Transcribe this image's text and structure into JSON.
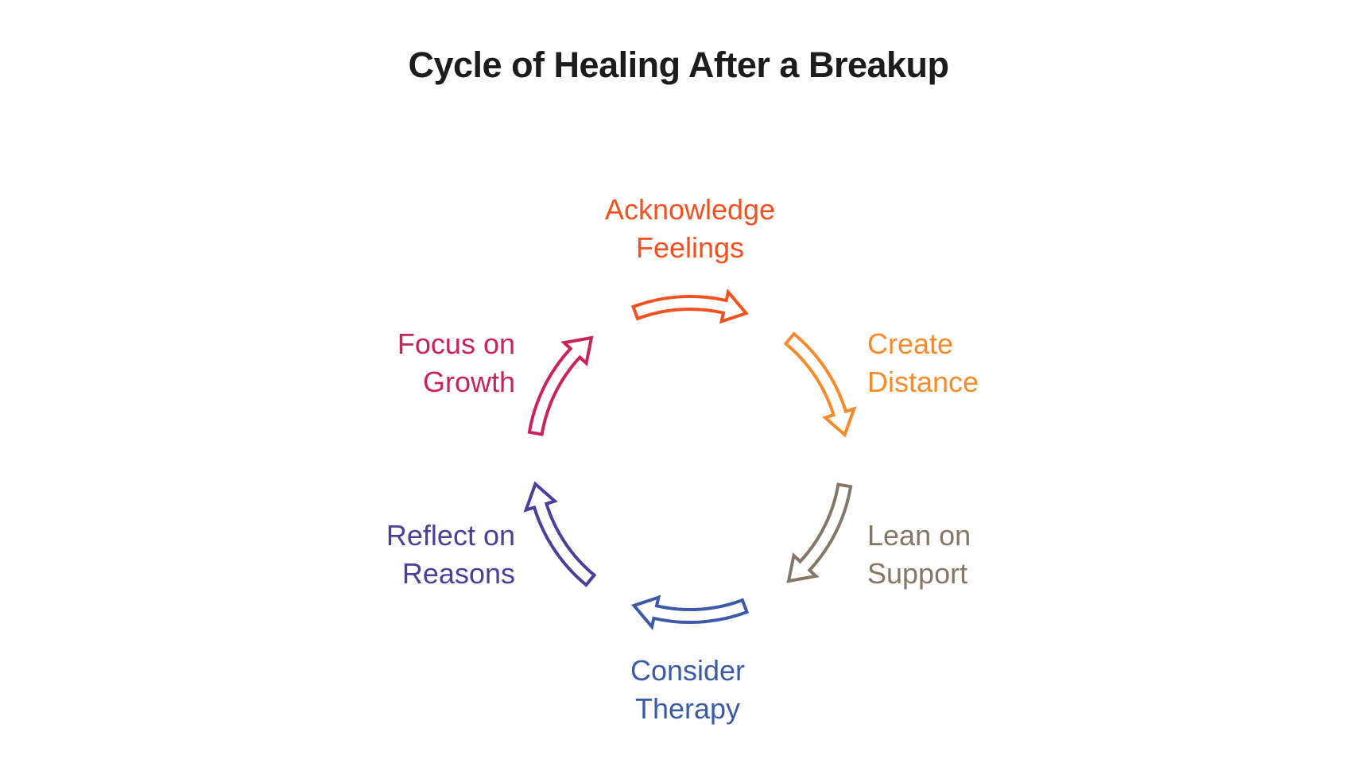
{
  "title": "Cycle of Healing After a Breakup",
  "steps": [
    {
      "label_lines": [
        "Acknowledge",
        "Feelings"
      ],
      "color": "#F4511E",
      "icon": "curved-arrow-icon"
    },
    {
      "label_lines": [
        "Create",
        "Distance"
      ],
      "color": "#F68B2C",
      "icon": "curved-arrow-icon"
    },
    {
      "label_lines": [
        "Lean on",
        "Support"
      ],
      "color": "#857668",
      "icon": "curved-arrow-icon"
    },
    {
      "label_lines": [
        "Consider",
        "Therapy"
      ],
      "color": "#3B5BA9",
      "icon": "curved-arrow-icon"
    },
    {
      "label_lines": [
        "Reflect on",
        "Reasons"
      ],
      "color": "#4B3F9A",
      "icon": "curved-arrow-icon"
    },
    {
      "label_lines": [
        "Focus on",
        "Growth"
      ],
      "color": "#C9235A",
      "icon": "curved-arrow-icon"
    }
  ]
}
